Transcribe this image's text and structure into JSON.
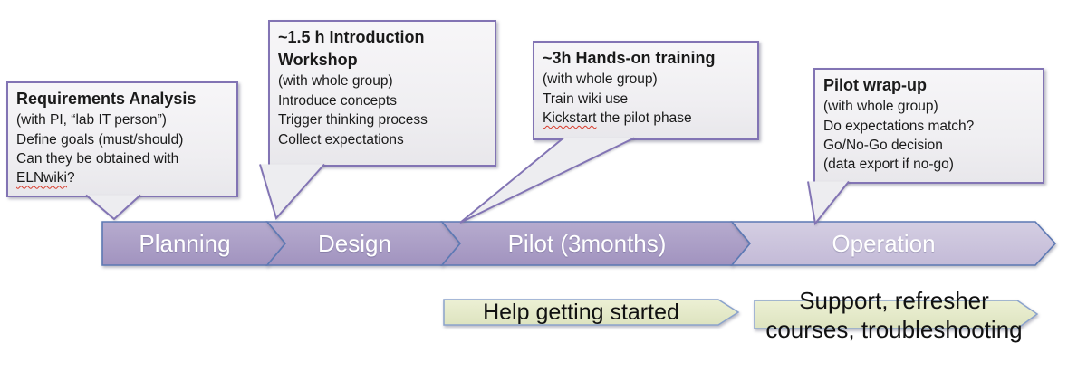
{
  "phases": [
    {
      "label": "Planning"
    },
    {
      "label": "Design"
    },
    {
      "label": "Pilot (3months)"
    },
    {
      "label": "Operation"
    }
  ],
  "banners": [
    {
      "label": "Help getting started"
    },
    {
      "label": "Support, refresher courses, troubleshooting"
    }
  ],
  "callouts": [
    {
      "title": "Requirements Analysis",
      "lines": [
        "(with PI, “lab IT person”)",
        "Define goals (must/should)",
        "Can they be obtained with"
      ],
      "misspelled_word": "ELNwiki",
      "after_misspelled": "?"
    },
    {
      "title": "~1.5 h Introduction Workshop",
      "lines": [
        "(with whole group)",
        "Introduce concepts",
        "Trigger thinking process",
        "Collect expectations"
      ]
    },
    {
      "title": "~3h Hands-on training",
      "lines": [
        "(with whole group)",
        "Train wiki use"
      ],
      "misspelled_word": "Kickstart",
      "after_misspelled": " the pilot phase"
    },
    {
      "title": "Pilot wrap-up",
      "lines": [
        "(with whole group)",
        "Do expectations match?",
        "Go/No-Go decision",
        "(data export if no-go)"
      ]
    }
  ],
  "colors": {
    "phase_fill": "#a89bc4",
    "phase_fill_light": "#c9c1dc",
    "phase_border": "#5d79b4",
    "phase_text": "#ffffff",
    "banner_fill": "#e4e9c9",
    "banner_border": "#8ba3cc",
    "callout_border": "#8274b4",
    "callout_fill": "#f1f0f3",
    "squiggle_red": "#d83a2a",
    "body_text": "#1a1a1a"
  }
}
